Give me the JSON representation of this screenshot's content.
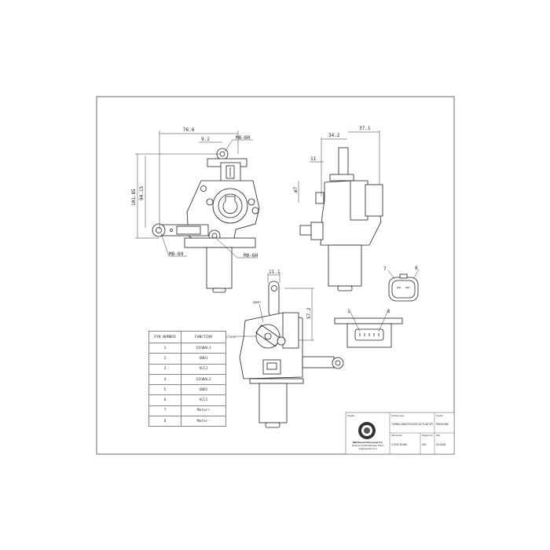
{
  "drawing": {
    "dimensions": {
      "front_width": "76.6",
      "front_offset": "9.2",
      "front_height_total": "101.85",
      "front_height_inner": "94.15",
      "thread_top": "M8-6H",
      "thread_left": "M8-6H",
      "thread_bottom": "M8-6H",
      "side_width_a": "34.2",
      "side_width_b": "37.1",
      "side_small": "11",
      "side_diameter": "ø7",
      "bottom_offset": "11.1",
      "bottom_height": "57.2",
      "open_label": "open",
      "close_label": "close",
      "connector_pin_7": "7",
      "connector_pin_8": "8",
      "connector_pin_1": "1",
      "connector_pin_6": "6"
    },
    "pin_table": {
      "headers": [
        "PIN NUMBER",
        "FUNCTION"
      ],
      "rows": [
        [
          "1",
          "SIGNAL1"
        ],
        [
          "2",
          "GND1"
        ],
        [
          "3",
          "VCC1"
        ],
        [
          "4",
          "SIGNAL2"
        ],
        [
          "5",
          "GND2"
        ],
        [
          "6",
          "VCC2"
        ],
        [
          "7",
          "Motor+"
        ],
        [
          "8",
          "Motor-"
        ]
      ]
    },
    "title_block": {
      "supplier_label": "Supplier",
      "supplier_name": "BBB Maynard Motoryzacja S.A.",
      "supplier_address": "Pogorzelec 81-800 Warszawa, Poland",
      "supplier_web": "info@maynard.com.pl",
      "product_name_label": "Product name",
      "product_name": "TURBO WASTEGATE ACTUATOR",
      "symbol_label": "Symbol",
      "symbol": "9920V068",
      "oe_number_label": "OE Number",
      "oe_number": "17201-30180",
      "diagram_no_label": "Diagram No.",
      "diagram_no": "001",
      "date_label": "Date",
      "date": "01/2025"
    }
  }
}
